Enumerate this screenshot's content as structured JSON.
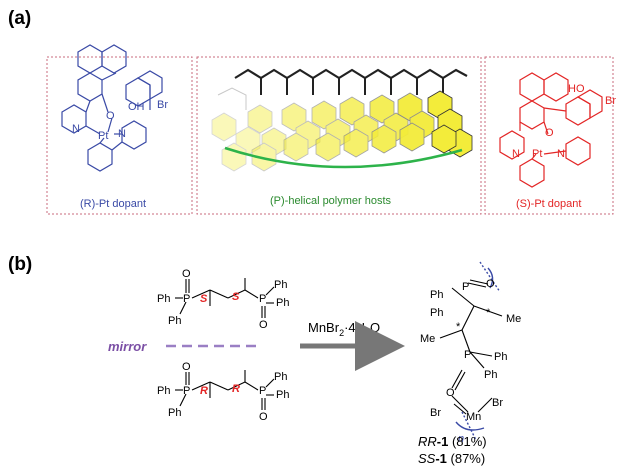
{
  "panel_a": {
    "label": "(a)",
    "left_caption": "(R)-Pt dopant",
    "center_caption": "(P)-helical polymer hosts",
    "right_caption": "(S)-Pt dopant",
    "atoms": {
      "br": "Br",
      "oh": "OH",
      "ho": "HO",
      "n": "N",
      "o": "O",
      "pt": "Pt"
    },
    "colors": {
      "left": "#3a4aa6",
      "right": "#e32626",
      "polymer_fill": "#f3ec3a",
      "helix_arc": "#2db34a",
      "box_border": "#c96b7d"
    }
  },
  "panel_b": {
    "label": "(b)",
    "mirror_text": "mirror",
    "reagent": "MnBr",
    "reagent_sub1": "2",
    "reagent_mid": "·4H",
    "reagent_sub2": "2",
    "reagent_end": "O",
    "stereo": {
      "s": "S",
      "r": "R",
      "star": "*"
    },
    "atoms": {
      "p": "P",
      "o": "O",
      "ph": "Ph",
      "mn": "Mn",
      "br": "Br",
      "me": "Me",
      "n": "n"
    },
    "results": [
      {
        "prefix": "RR",
        "compound": "-1",
        "yield": " (81%)"
      },
      {
        "prefix": "SS",
        "compound": "-1",
        "yield": " (87%)"
      }
    ],
    "colors": {
      "stereo": "#e32626",
      "mirror": "#7b4fa5",
      "bracket": "#3a4aa6"
    }
  }
}
